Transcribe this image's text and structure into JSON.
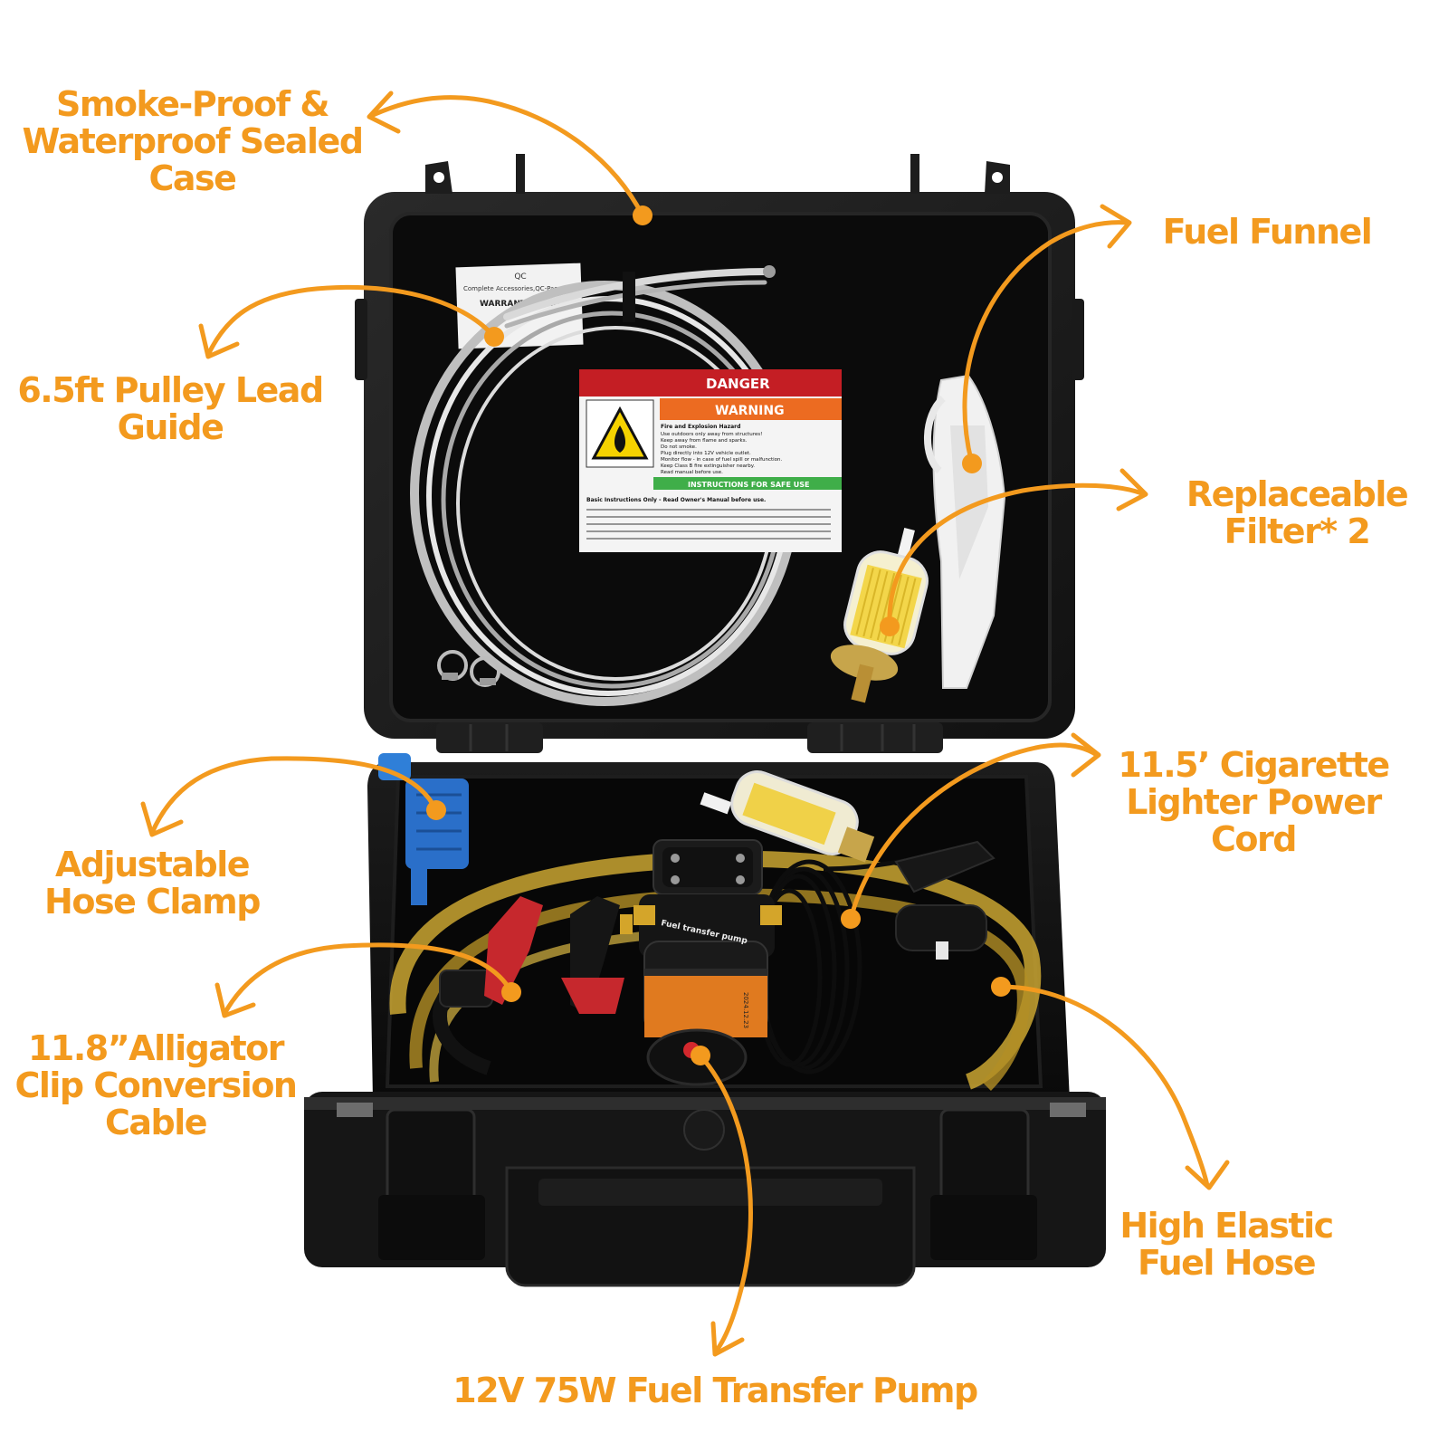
{
  "colors": {
    "accent": "#f39a1e",
    "case": "#141414",
    "case_edge": "#2a2a2a",
    "hose": "#c9a531",
    "foam": "#0c0c0c"
  },
  "labels": {
    "case": [
      "Smoke-Proof &",
      "Waterproof Sealed",
      "Case"
    ],
    "funnel": [
      "Fuel Funnel"
    ],
    "pulley": [
      "6.5ft Pulley Lead",
      "Guide"
    ],
    "filter": [
      "Replaceable",
      "Filter* 2"
    ],
    "cord": [
      "11.5’ Cigarette",
      "Lighter Power",
      "Cord"
    ],
    "clamp": [
      "Adjustable",
      "Hose Clamp"
    ],
    "alligator": [
      "11.8”Alligator",
      "Clip Conversion",
      "Cable"
    ],
    "hose": [
      "High Elastic",
      "Fuel Hose"
    ],
    "pump": [
      "12V  75W Fuel Transfer Pump"
    ]
  },
  "photo_text": {
    "qc_card": {
      "title": "QC",
      "line1": "Complete Accessories,QC-Passed",
      "line2": "WARRANTY CARD"
    },
    "sticker": {
      "danger": "DANGER",
      "warning": "WARNING",
      "hazard": "Fire and Explosion Hazard",
      "lines": [
        "Use outdoors only away from structures!",
        "Keep away from flame and sparks.",
        "Do not smoke.",
        "Plug directly into 12V vehicle outlet.",
        "Monitor flow - in case of fuel spill or malfunction.",
        "Keep Class B fire extinguisher nearby.",
        "Read manual before use."
      ],
      "safe_use": "INSTRUCTIONS FOR SAFE USE",
      "basic": "Basic Instructions Only - Read Owner's Manual before use."
    },
    "pump_label": "Fuel transfer pump",
    "pump_date": "2024.12.23"
  }
}
